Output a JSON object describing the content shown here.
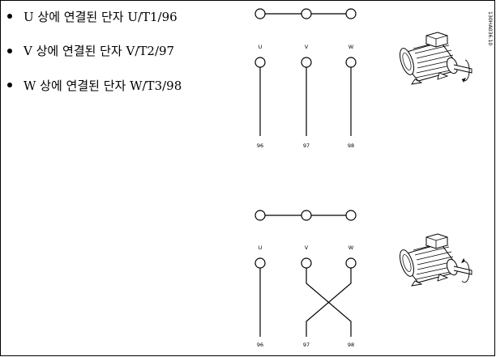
{
  "bullets": [
    "U 상에 연결된 단자 U/T1/96",
    "V 상에 연결된 단자 V/T2/97",
    "W 상에 연결된 단자 W/T3/98"
  ],
  "diagram_top": {
    "phase_labels": [
      "U",
      "V",
      "W"
    ],
    "terminal_labels": [
      "96",
      "97",
      "98"
    ]
  },
  "diagram_bottom": {
    "phase_labels": [
      "U",
      "V",
      "W"
    ],
    "terminal_labels": [
      "96",
      "97",
      "98"
    ]
  },
  "document_id": "130HA036.10"
}
